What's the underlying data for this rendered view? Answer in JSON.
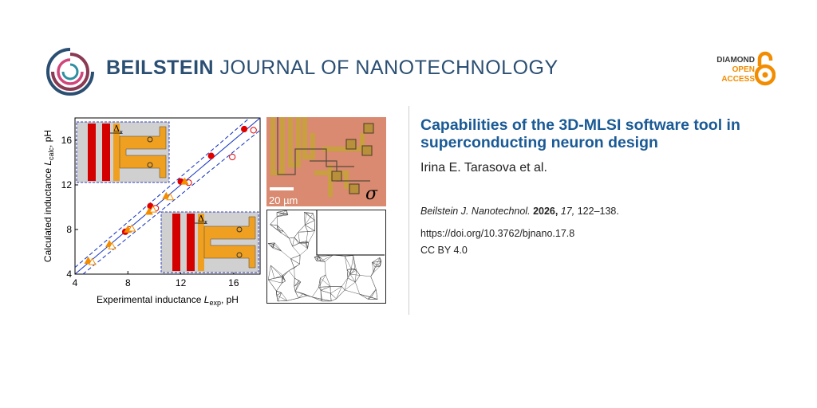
{
  "header": {
    "journal_bold": "BEILSTEIN",
    "journal_rest": "JOURNAL OF NANOTECHNOLOGY",
    "access_line1": "DIAMOND",
    "access_line2": "OPEN",
    "access_line3": "ACCESS",
    "colors": {
      "brand": "#2b4f73",
      "accent": "#f28c00"
    }
  },
  "article": {
    "title": "Capabilities of the 3D-MLSI software tool in superconducting neuron design",
    "authors": "Irina E. Tarasova et al.",
    "journal_abbrev": "Beilstein J. Nanotechnol.",
    "year": "2026,",
    "volume": "17,",
    "pages": "122–138.",
    "doi": "https://doi.org/10.3762/bjnano.17.8",
    "license": "CC BY 4.0"
  },
  "figure": {
    "micro_scale": "20 µm",
    "micro_symbol": "σ",
    "inset_delta": "Δ",
    "inset_delta_sub": "x"
  },
  "chart_data": {
    "type": "scatter",
    "xlabel_main": "Experimental inductance",
    "xlabel_var": "L",
    "xlabel_sub": "exp",
    "xlabel_unit": ", pH",
    "ylabel_main": "Calculated inductance",
    "ylabel_var": "L",
    "ylabel_sub": "calc",
    "ylabel_unit": ", pH",
    "xlim": [
      4,
      18
    ],
    "ylim": [
      4,
      18
    ],
    "xticks": [
      "4",
      "8",
      "12",
      "16"
    ],
    "yticks": [
      "4",
      "8",
      "12",
      "16"
    ],
    "series": [
      {
        "marker": "filled-circle",
        "color": "#e00000",
        "x": [
          7.8,
          9.7,
          12.0,
          14.3,
          16.8
        ],
        "y": [
          7.8,
          10.1,
          12.3,
          14.6,
          17.0
        ]
      },
      {
        "marker": "open-circle",
        "color": "#e00000",
        "x": [
          8.1,
          10.1,
          12.6,
          15.9,
          17.5
        ],
        "y": [
          8.0,
          9.9,
          12.2,
          14.5,
          16.9
        ]
      },
      {
        "marker": "filled-triangle",
        "color": "#f28c00",
        "x": [
          5.0,
          6.6,
          8.0,
          9.6,
          10.9,
          12.3
        ],
        "y": [
          5.2,
          6.7,
          8.0,
          9.6,
          11.0,
          12.3
        ]
      },
      {
        "marker": "open-triangle",
        "color": "#f28c00",
        "x": [
          5.3,
          6.8,
          8.3,
          9.9,
          11.2
        ],
        "y": [
          5.1,
          6.5,
          8.1,
          9.8,
          10.9
        ]
      }
    ]
  }
}
